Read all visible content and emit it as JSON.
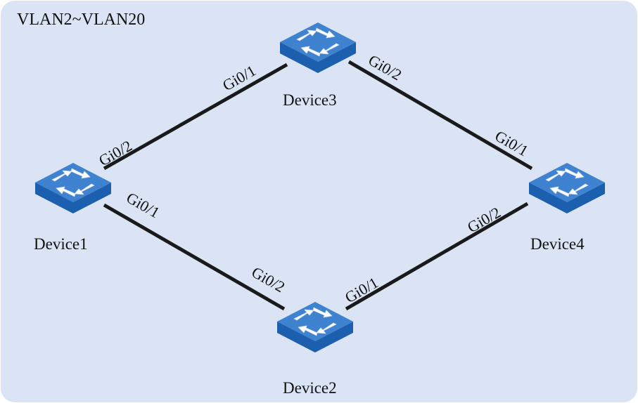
{
  "title": "VLAN2~VLAN20",
  "colors": {
    "background": "#dbe4f4",
    "link": "#1a1a1a",
    "switch_top": "#3f82cf",
    "switch_side": "#1c5fae",
    "switch_arrow": "#ffffff"
  },
  "devices": [
    {
      "id": "device1",
      "label": "Device1",
      "icon": "switch-icon"
    },
    {
      "id": "device2",
      "label": "Device2",
      "icon": "switch-icon"
    },
    {
      "id": "device3",
      "label": "Device3",
      "icon": "switch-icon"
    },
    {
      "id": "device4",
      "label": "Device4",
      "icon": "switch-icon"
    }
  ],
  "links": [
    {
      "id": "d1-d3",
      "from": "device1",
      "to": "device3",
      "from_port": "Gi0/2",
      "to_port": "Gi0/1"
    },
    {
      "id": "d3-d4",
      "from": "device3",
      "to": "device4",
      "from_port": "Gi0/2",
      "to_port": "Gi0/1"
    },
    {
      "id": "d1-d2",
      "from": "device1",
      "to": "device2",
      "from_port": "Gi0/1",
      "to_port": "Gi0/2"
    },
    {
      "id": "d2-d4",
      "from": "device2",
      "to": "device4",
      "from_port": "Gi0/1",
      "to_port": "Gi0/2"
    }
  ]
}
